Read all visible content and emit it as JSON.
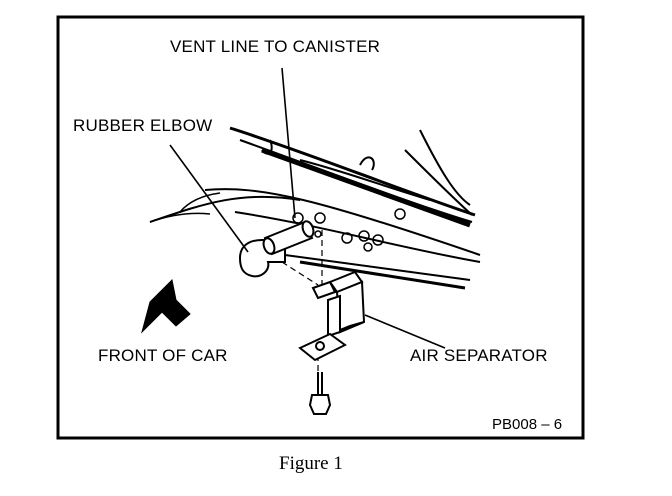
{
  "labels": {
    "vent_line": "VENT LINE TO CANISTER",
    "rubber_elbow": "RUBBER ELBOW",
    "front_of_car": "FRONT OF CAR",
    "air_separator": "AIR SEPARATOR",
    "part_code": "PB008 – 6"
  },
  "caption": "Figure 1"
}
